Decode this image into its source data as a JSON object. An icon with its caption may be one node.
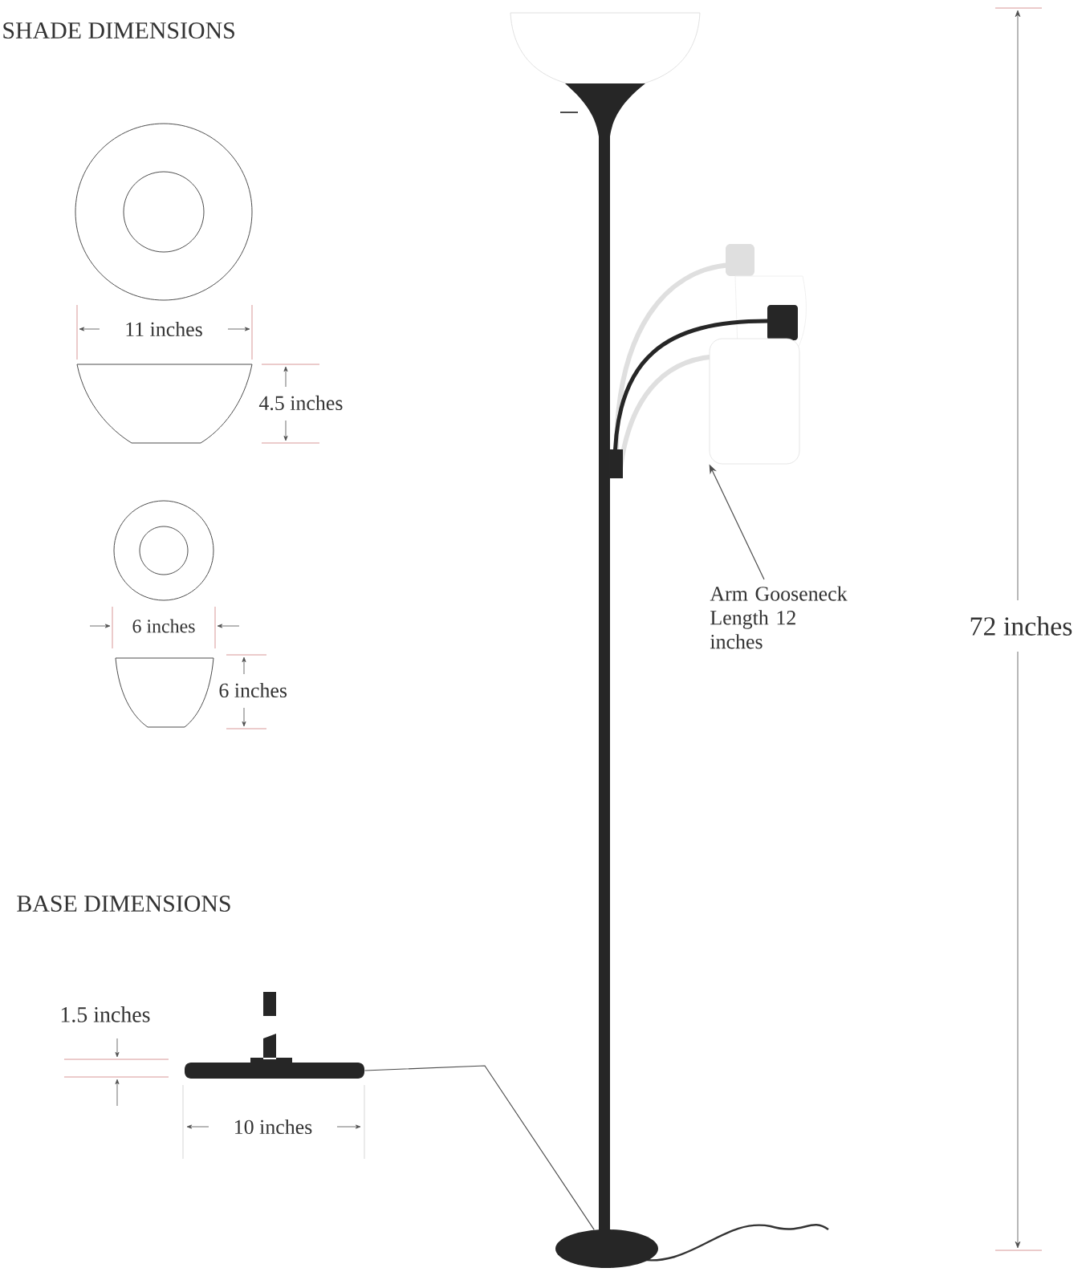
{
  "diagram": {
    "nodes": [
      {
        "text": [
          "Arm Gooseneck Length 12 inches"
        ]
      },
      {
        "text": [],
        "shape": "box"
      },
      {
        "text": [],
        "shape": "bar"
      },
      {
        "text": [],
        "shape": "ellipse"
      }
    ],
    "edges": [
      {
        "from": 0,
        "to": 1,
        "arrow": "to"
      },
      {
        "from": 2,
        "to": 3,
        "arrow": "none"
      }
    ],
    "labels": [
      "SHADE DIMENSIONS",
      "11 inches",
      "4.5 inches",
      "6 inches",
      "72 inches",
      "6 inches",
      "BASE DIMENSIONS",
      "1.5 inches",
      "10 inches"
    ]
  }
}
